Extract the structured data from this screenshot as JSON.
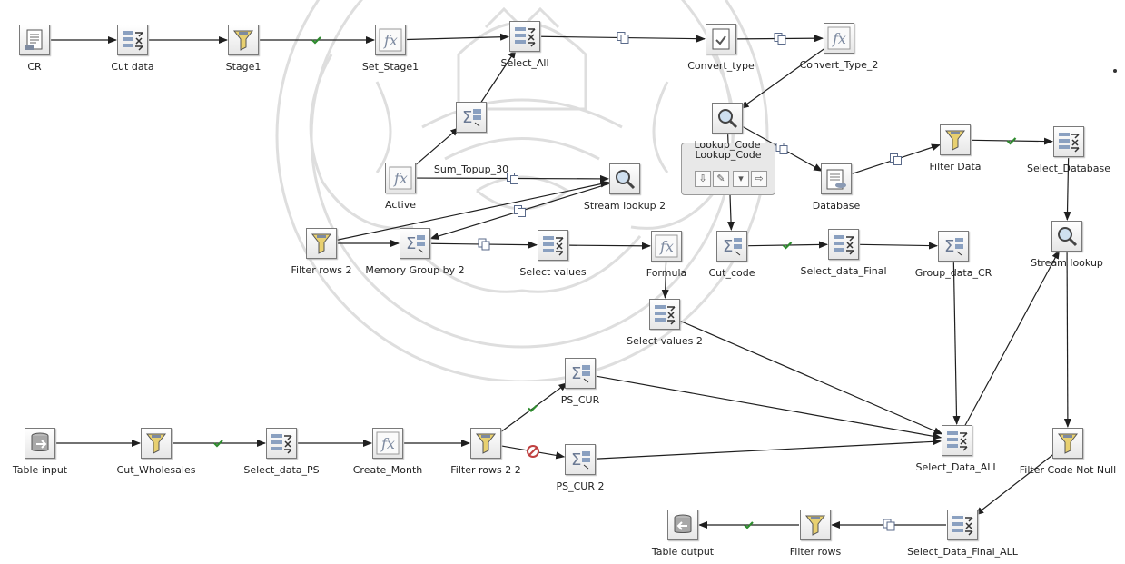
{
  "steps": {
    "cr": {
      "label": "CR",
      "icon": "text-file-input-icon"
    },
    "cut_data": {
      "label": "Cut data",
      "icon": "select-values-icon"
    },
    "stage1": {
      "label": "Stage1",
      "icon": "filter-icon"
    },
    "set_stage1": {
      "label": "Set_Stage1",
      "icon": "formula-icon"
    },
    "select_all": {
      "label": "Select_All",
      "icon": "select-values-icon"
    },
    "convert_type": {
      "label": "Convert_type",
      "icon": "convert-icon"
    },
    "convert_type_2": {
      "label": "Convert_Type_2",
      "icon": "formula-icon"
    },
    "sum_topup_30": {
      "label": "Sum_Topup_30",
      "icon": "group-by-icon"
    },
    "lookup_code": {
      "label": "Lookup_Code",
      "icon": "lookup-icon"
    },
    "active": {
      "label": "Active",
      "icon": "formula-icon"
    },
    "stream_lookup_2": {
      "label": "Stream lookup 2",
      "icon": "lookup-icon"
    },
    "database": {
      "label": "Database",
      "icon": "database-icon"
    },
    "filter_data": {
      "label": "Filter Data",
      "icon": "filter-icon"
    },
    "select_database": {
      "label": "Select_Database",
      "icon": "select-values-icon"
    },
    "filter_rows_2": {
      "label": "Filter rows 2",
      "icon": "filter-icon"
    },
    "memory_group_by_2": {
      "label": "Memory Group by 2",
      "icon": "group-by-icon"
    },
    "select_values": {
      "label": "Select values",
      "icon": "select-values-icon"
    },
    "formula": {
      "label": "Formula",
      "icon": "formula-icon"
    },
    "cut_code": {
      "label": "Cut_code",
      "icon": "group-by-icon"
    },
    "select_data_final": {
      "label": "Select_data_Final",
      "icon": "select-values-icon"
    },
    "group_data_cr": {
      "label": "Group_data_CR",
      "icon": "group-by-icon"
    },
    "stream_lookup": {
      "label": "Stream lookup",
      "icon": "lookup-icon"
    },
    "select_values_2": {
      "label": "Select values 2",
      "icon": "select-values-icon"
    },
    "ps_cur": {
      "label": "PS_CUR",
      "icon": "group-by-icon"
    },
    "ps_cur_2": {
      "label": "PS_CUR 2",
      "icon": "group-by-icon"
    },
    "table_input": {
      "label": "Table input",
      "icon": "table-input-icon"
    },
    "cut_wholesales": {
      "label": "Cut_Wholesales",
      "icon": "filter-icon"
    },
    "select_data_ps": {
      "label": "Select_data_PS",
      "icon": "select-values-icon"
    },
    "create_month": {
      "label": "Create_Month",
      "icon": "formula-icon"
    },
    "filter_rows_2_2": {
      "label": "Filter rows 2 2",
      "icon": "filter-icon"
    },
    "select_data_all": {
      "label": "Select_Data_ALL",
      "icon": "select-values-icon"
    },
    "filter_code_not_null": {
      "label": "Filter Code Not Null",
      "icon": "filter-icon"
    },
    "select_data_final_all": {
      "label": "Select_Data_Final_ALL",
      "icon": "select-values-icon"
    },
    "filter_rows": {
      "label": "Filter rows",
      "icon": "filter-icon"
    },
    "table_output": {
      "label": "Table output",
      "icon": "table-output-icon"
    }
  },
  "colors": {
    "hop": "#1f1f1f",
    "hop_ok": "#2e8b2e",
    "hop_copy": "#5a6a8a",
    "hop_error": "#c04040"
  }
}
